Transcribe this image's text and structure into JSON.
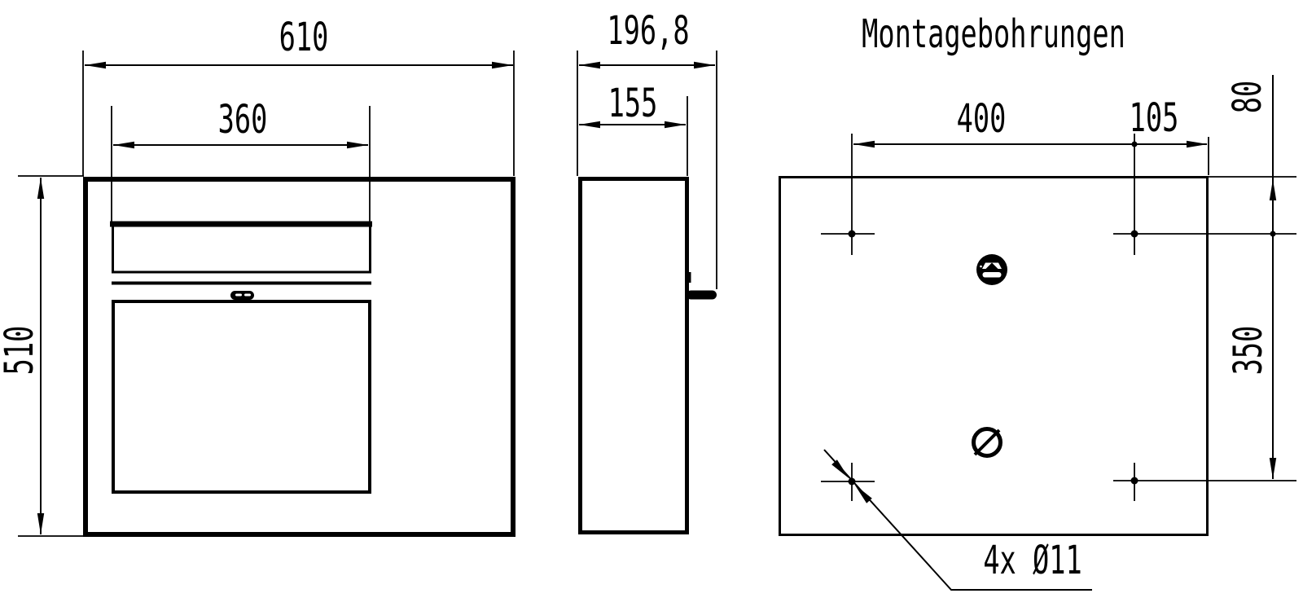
{
  "drawing": {
    "ink_color": "#000000",
    "background_color": "#ffffff",
    "front_view": {
      "width": "610",
      "flap_width": "360",
      "height": "510"
    },
    "side_view": {
      "depth_total": "196,8",
      "depth_body": "155"
    },
    "mounting_view": {
      "title": "Montagebohrungen",
      "hole_spacing_horizontal": "400",
      "hole_edge_offset": "105",
      "hole_top_offset": "80",
      "hole_spacing_vertical": "350",
      "holes_note": "4x Ø11"
    }
  }
}
